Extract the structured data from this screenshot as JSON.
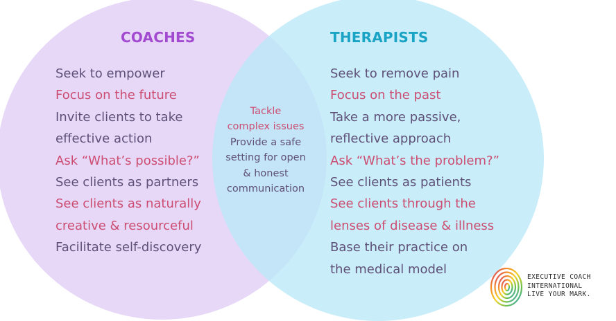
{
  "colors": {
    "coaches_circle": "#e4d4f7",
    "therapists_circle": "#bae8f7",
    "coaches_heading": "#a24bd0",
    "therapists_heading": "#1aa3c5",
    "text_purple": "#5e5077",
    "text_pink": "#cc4d72"
  },
  "coaches": {
    "title": "COACHES",
    "lines": [
      {
        "text": "Seek to empower",
        "tone": "purple"
      },
      {
        "text": "Focus on the future",
        "tone": "pink"
      },
      {
        "text": "Invite clients to take",
        "tone": "purple"
      },
      {
        "text": "effective action",
        "tone": "purple"
      },
      {
        "text": "Ask “What’s possible?”",
        "tone": "pink"
      },
      {
        "text": "See clients as partners",
        "tone": "purple"
      },
      {
        "text": "See clients as naturally",
        "tone": "pink"
      },
      {
        "text": "creative & resourceful",
        "tone": "pink"
      },
      {
        "text": "Facilitate self-discovery",
        "tone": "purple"
      }
    ]
  },
  "therapists": {
    "title": "THERAPISTS",
    "lines": [
      {
        "text": "Seek to remove pain",
        "tone": "purple"
      },
      {
        "text": "Focus on the past",
        "tone": "pink"
      },
      {
        "text": "Take a more passive,",
        "tone": "purple"
      },
      {
        "text": "reflective approach",
        "tone": "purple"
      },
      {
        "text": "Ask “What’s the problem?”",
        "tone": "pink"
      },
      {
        "text": "See clients as patients",
        "tone": "purple"
      },
      {
        "text": "See clients through the",
        "tone": "pink"
      },
      {
        "text": "lenses of disease & illness",
        "tone": "pink"
      },
      {
        "text": "Base their practice on",
        "tone": "purple"
      },
      {
        "text": "the medical model",
        "tone": "purple"
      }
    ]
  },
  "overlap": {
    "lines": [
      {
        "text": "Tackle",
        "tone": "pink"
      },
      {
        "text": "complex issues",
        "tone": "pink"
      },
      {
        "text": "Provide a safe",
        "tone": "purple"
      },
      {
        "text": "setting for open",
        "tone": "purple"
      },
      {
        "text": "& honest",
        "tone": "purple"
      },
      {
        "text": "communication",
        "tone": "purple"
      }
    ]
  },
  "logo": {
    "line1": "EXECUTIVE COACH",
    "line2": "INTERNATIONAL",
    "tagline": "LIVE YOUR MARK."
  }
}
